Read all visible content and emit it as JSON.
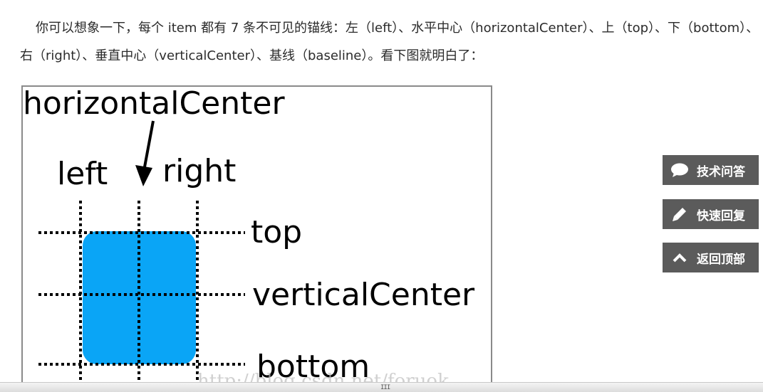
{
  "article": {
    "paragraph": "你可以想象一下，每个 item 都有 7 条不可见的锚线：左（left）、水平中心（horizontalCenter）、上（top）、下（bottom）、右（right）、垂直中心（verticalCenter）、基线（baseline）。看下图就明白了："
  },
  "diagram": {
    "horizontal_center": "horizontalCenter",
    "left": "left",
    "right": "right",
    "top": "top",
    "vertical_center": "verticalCenter",
    "bottom": "bottom",
    "watermark": "http://blog.csdn.net/foruok",
    "rect_color": "#0aa5f6"
  },
  "sidebar": {
    "qa": {
      "label": "技术问答",
      "icon": "speech-bubble-icon"
    },
    "reply": {
      "label": "快速回复",
      "icon": "pencil-icon"
    },
    "top": {
      "label": "返回顶部",
      "icon": "chevron-up-icon"
    }
  }
}
